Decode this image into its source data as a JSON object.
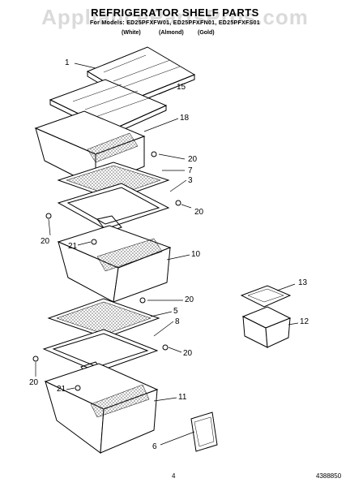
{
  "watermark": "AppliancePartsPros.com",
  "header": {
    "title": "REFRIGERATOR SHELF PARTS",
    "models": "For Models: ED25PFXFW01, ED25PFXFN01, ED25PFXFS01",
    "finishes": [
      "(White)",
      "(Almond)",
      "(Gold)"
    ]
  },
  "callouts": {
    "c1": "1",
    "c15": "15",
    "c18": "18",
    "c20a": "20",
    "c7": "7",
    "c3": "3",
    "c20b": "20",
    "c20c": "20",
    "c21a": "21",
    "c10": "10",
    "c20d": "20",
    "c5": "5",
    "c8": "8",
    "c20e": "20",
    "c20f": "20",
    "c21b": "21",
    "c11": "11",
    "c6": "6",
    "c13": "13",
    "c12": "12"
  },
  "footer": {
    "page_number": "4",
    "part_number": "4388850"
  }
}
